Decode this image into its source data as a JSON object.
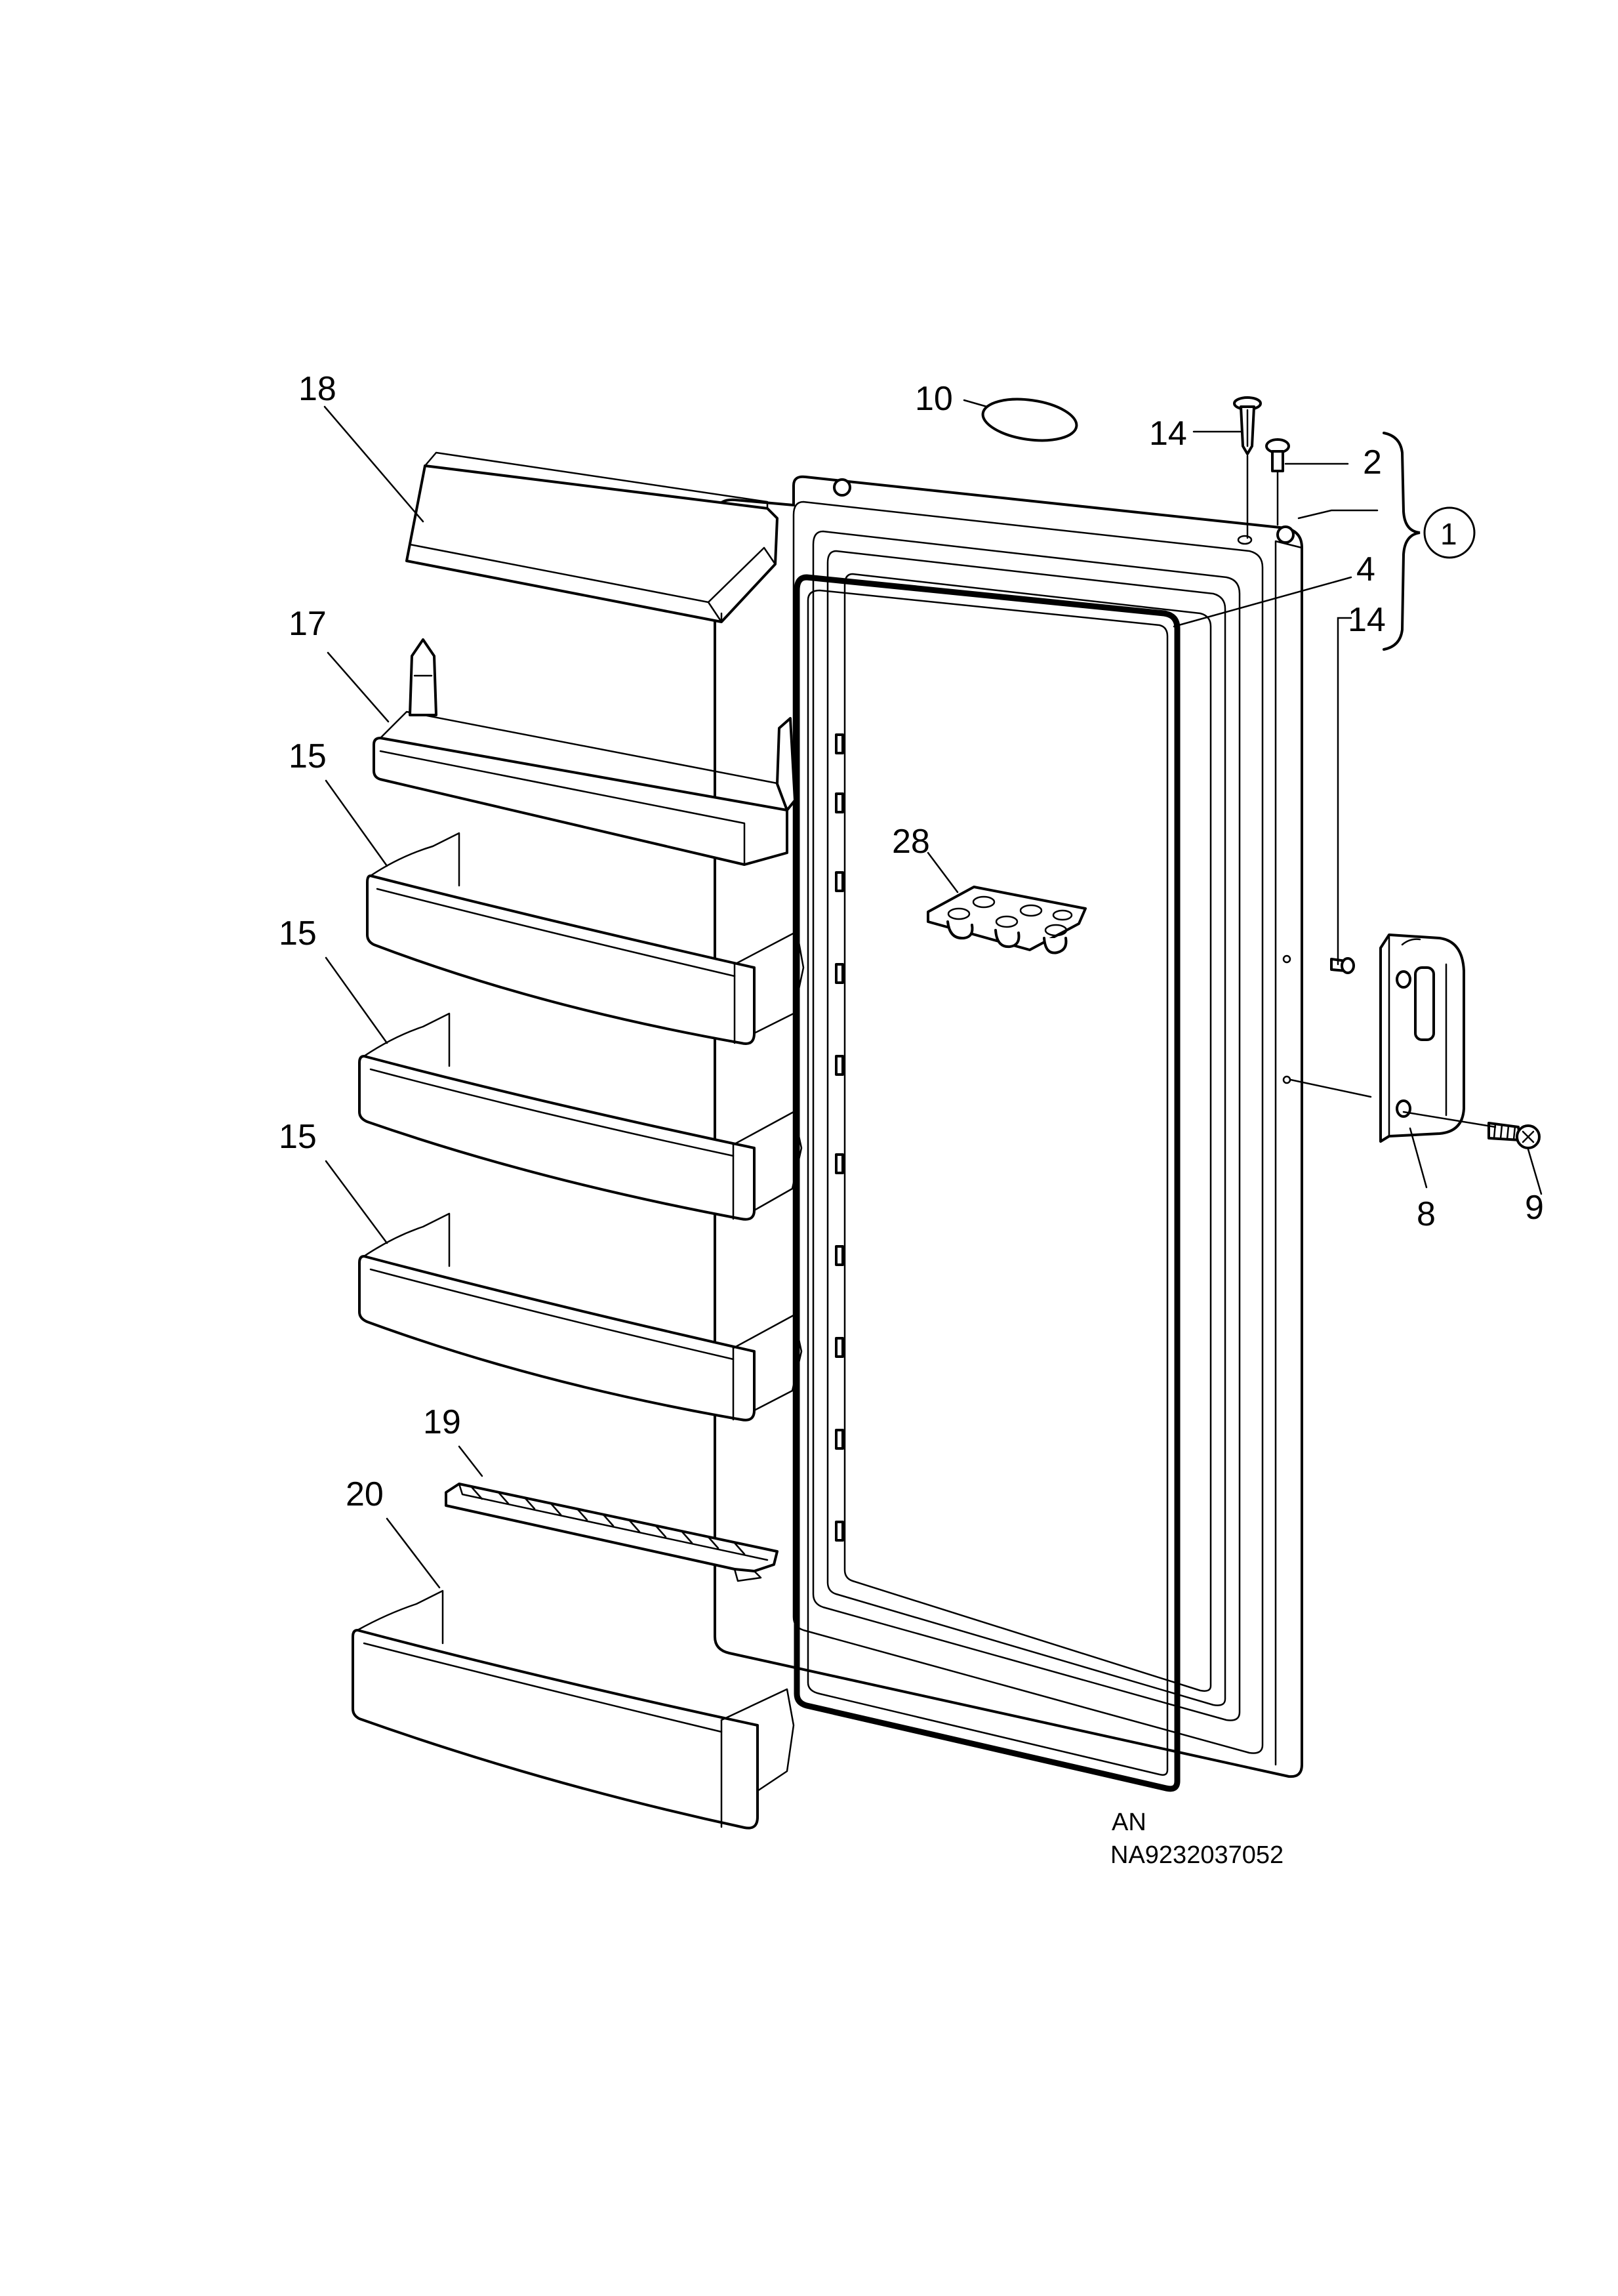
{
  "callouts": {
    "p18": "18",
    "p17": "17",
    "p15a": "15",
    "p15b": "15",
    "p15c": "15",
    "p19": "19",
    "p20": "20",
    "p10": "10",
    "p14a": "14",
    "p2": "2",
    "p1": "1",
    "p4": "4",
    "p14b": "14",
    "p28": "28",
    "p8": "8",
    "p9": "9"
  },
  "footer": {
    "variant": "AN",
    "drawing_number": "NA9232037052"
  }
}
